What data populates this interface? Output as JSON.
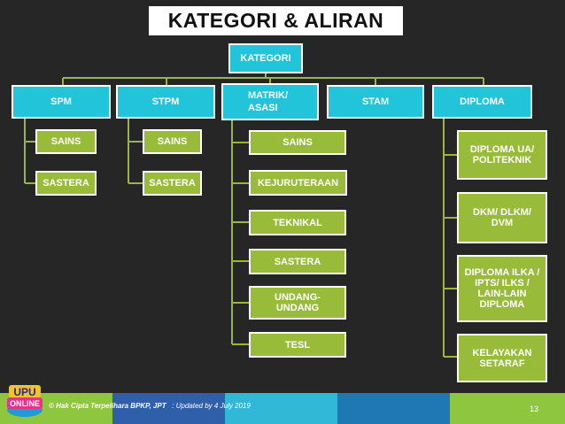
{
  "title": "KATEGORI & ALIRAN",
  "root": "KATEGORI",
  "categories": [
    {
      "label": "SPM",
      "children": [
        "SAINS",
        "SASTERA"
      ]
    },
    {
      "label": "STPM",
      "children": [
        "SAINS",
        "SASTERA"
      ]
    },
    {
      "label": "MATRIK/ ASASI",
      "children": [
        "SAINS",
        "KEJURUTERAAN",
        "TEKNIKAL",
        "SASTERA",
        "UNDANG-UNDANG",
        "TESL"
      ]
    },
    {
      "label": "STAM",
      "children": []
    },
    {
      "label": "DIPLOMA",
      "children": [
        "DIPLOMA UA/ POLITEKNIK",
        "DKM/ DLKM/ DVM",
        "DIPLOMA ILKA / IPTS/ ILKS / LAIN-LAIN DIPLOMA",
        "KELAYAKAN SETARAF"
      ]
    }
  ],
  "footer": {
    "copyright": "© Hak Cipta Terpelihara BPKP, JPT",
    "updated": ": Updated by 4 July 2019",
    "page": "13",
    "logo_text": [
      "UPU",
      "ONLINE"
    ]
  },
  "colors": {
    "background": "#262626",
    "root": "#21c4d8",
    "category": "#21c4d8",
    "leaf": "#99bb3a",
    "connector": "#9ab547"
  }
}
